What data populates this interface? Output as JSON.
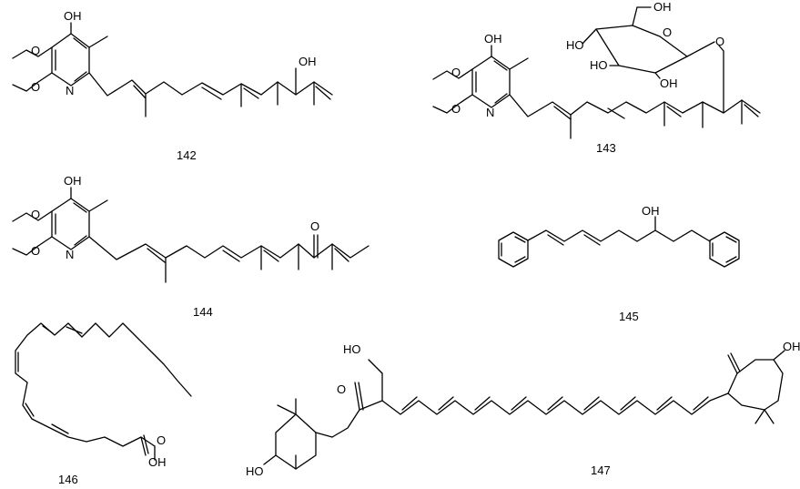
{
  "figure": {
    "compound_labels": [
      "142",
      "143",
      "144",
      "145",
      "146",
      "147"
    ],
    "atom_labels": {
      "oh": "OH",
      "ho": "HO",
      "o": "O",
      "n": "N"
    }
  }
}
